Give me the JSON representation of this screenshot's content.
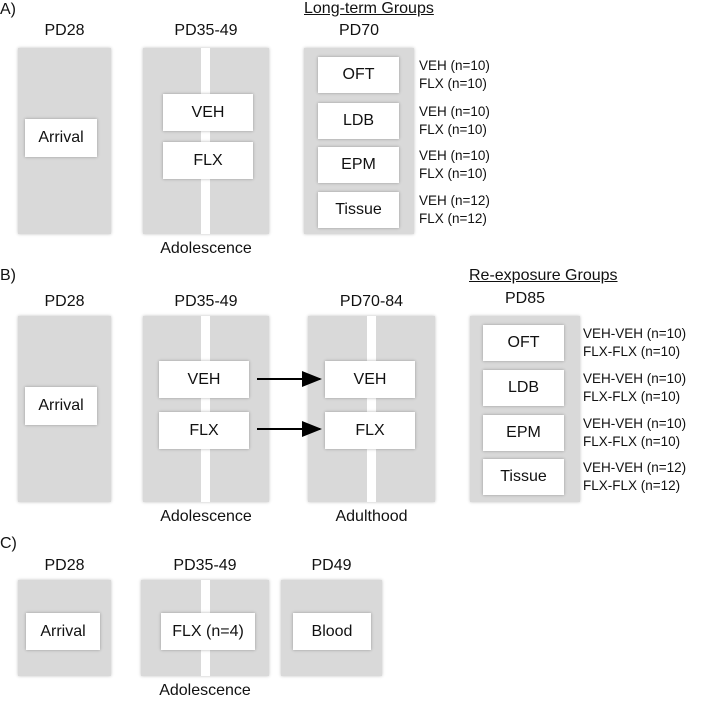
{
  "panel_a": {
    "label": "A)",
    "group_title": "Long-term Groups",
    "col1_header": "PD28",
    "col2_header": "PD35-49",
    "col3_header": "PD70",
    "arrival": "Arrival",
    "veh": "VEH",
    "flx": "FLX",
    "caption": "Adolescence",
    "tests": [
      {
        "name": "OFT",
        "line1": "VEH (n=10)",
        "line2": "FLX (n=10)"
      },
      {
        "name": "LDB",
        "line1": "VEH (n=10)",
        "line2": "FLX (n=10)"
      },
      {
        "name": "EPM",
        "line1": "VEH (n=10)",
        "line2": "FLX (n=10)"
      },
      {
        "name": "Tissue",
        "line1": "VEH (n=12)",
        "line2": "FLX (n=12)"
      }
    ]
  },
  "panel_b": {
    "label": "B)",
    "group_title": "Re-exposure Groups",
    "col1_header": "PD28",
    "col2_header": "PD35-49",
    "col3_header": "PD70-84",
    "col4_header": "PD85",
    "arrival": "Arrival",
    "veh": "VEH",
    "flx": "FLX",
    "veh2": "VEH",
    "flx2": "FLX",
    "caption_adolescence": "Adolescence",
    "caption_adulthood": "Adulthood",
    "tests": [
      {
        "name": "OFT",
        "line1": "VEH-VEH (n=10)",
        "line2": "FLX-FLX (n=10)"
      },
      {
        "name": "LDB",
        "line1": "VEH-VEH (n=10)",
        "line2": "FLX-FLX (n=10)"
      },
      {
        "name": "EPM",
        "line1": "VEH-VEH (n=10)",
        "line2": "FLX-FLX (n=10)"
      },
      {
        "name": "Tissue",
        "line1": "VEH-VEH (n=12)",
        "line2": "FLX-FLX (n=12)"
      }
    ]
  },
  "panel_c": {
    "label": "C)",
    "col1_header": "PD28",
    "col2_header": "PD35-49",
    "col3_header": "PD49",
    "arrival": "Arrival",
    "flx": "FLX (n=4)",
    "blood": "Blood",
    "caption": "Adolescence"
  }
}
